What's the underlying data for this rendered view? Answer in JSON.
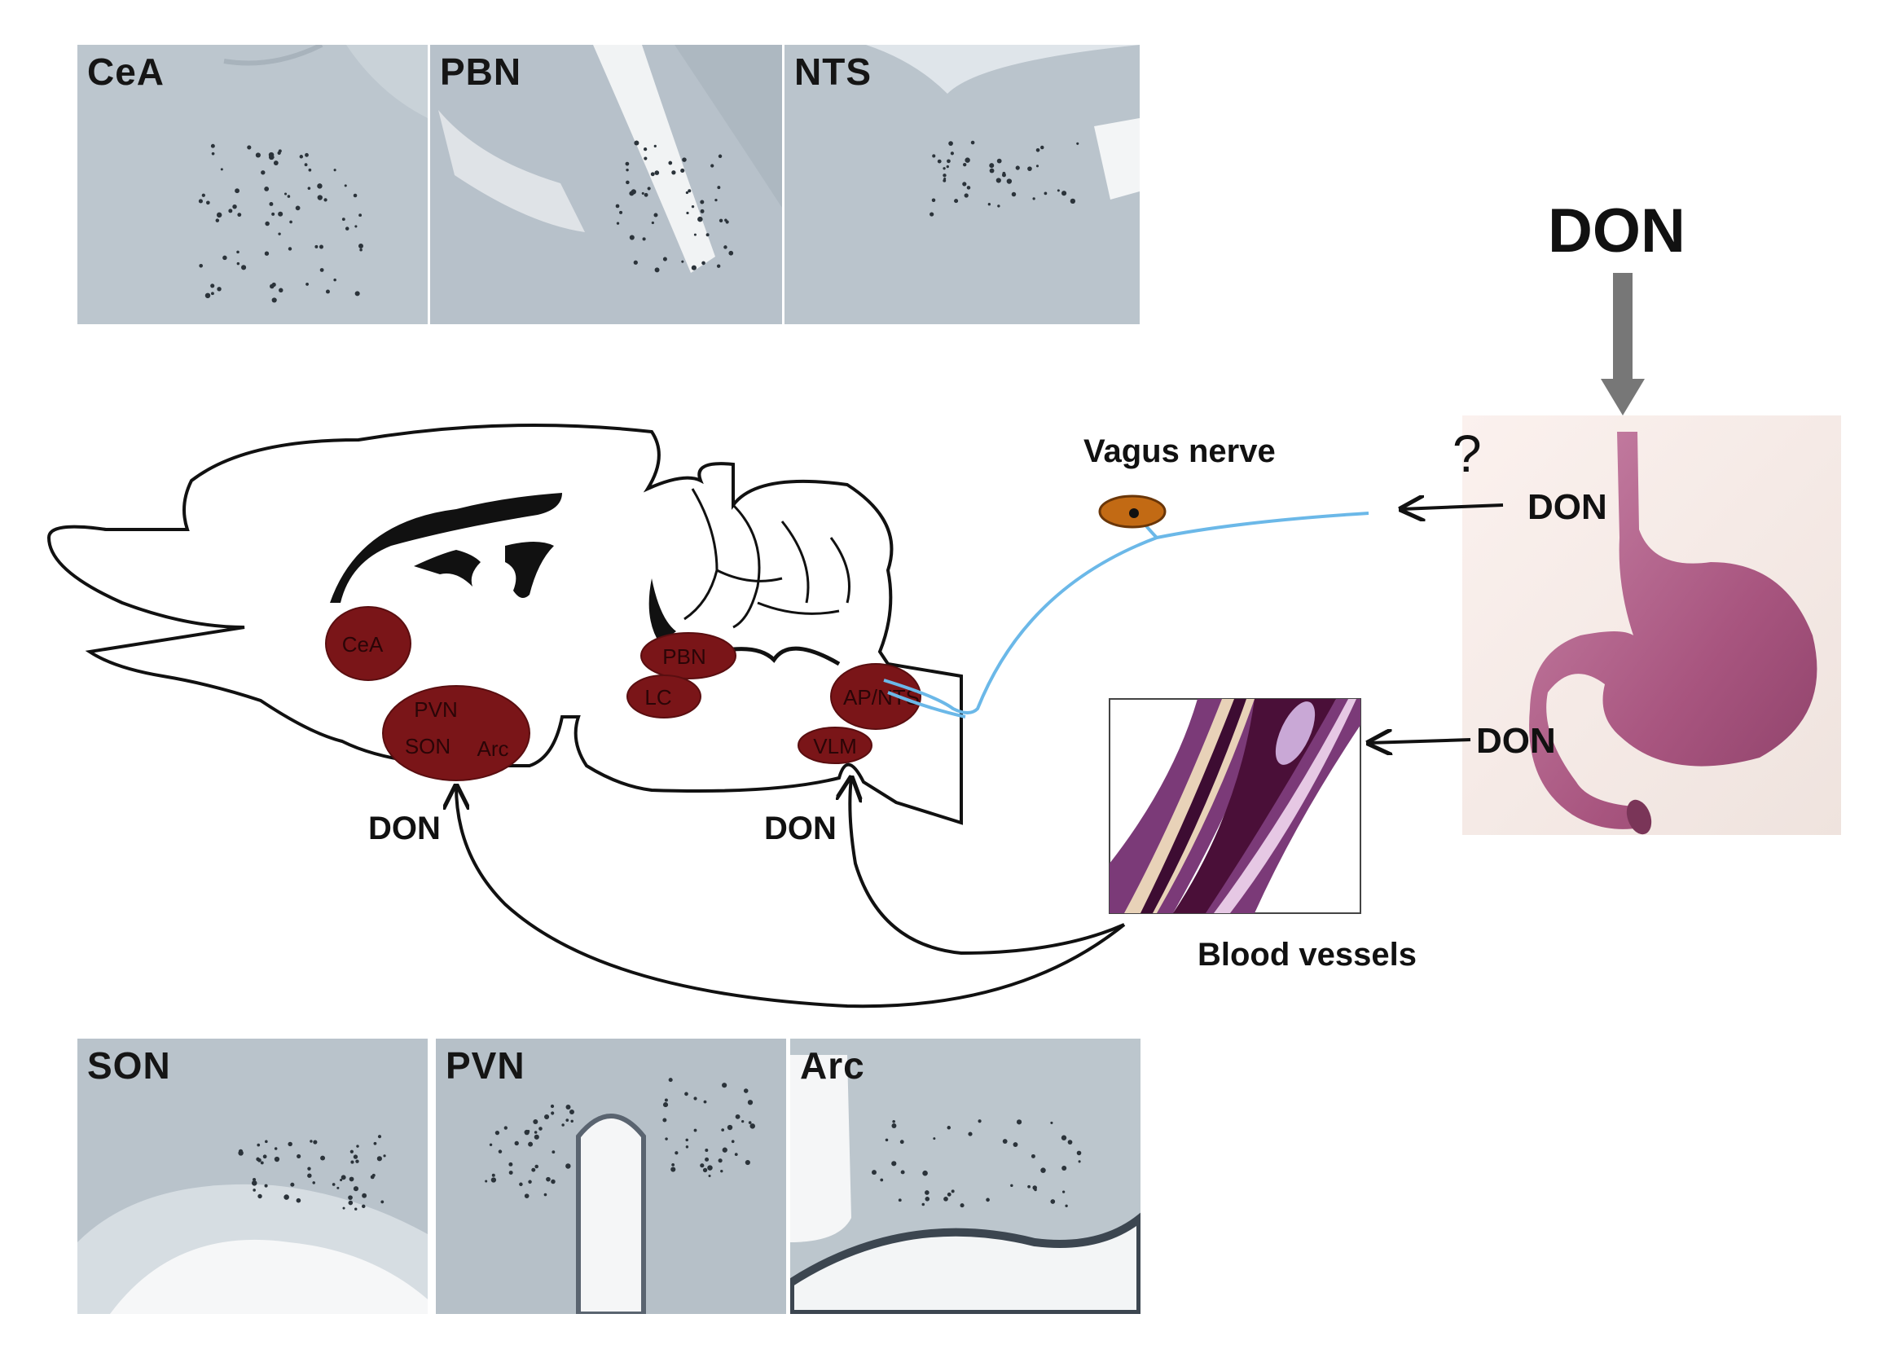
{
  "panels_top": [
    {
      "label": "CeA"
    },
    {
      "label": "PBN"
    },
    {
      "label": "NTS"
    }
  ],
  "panels_bottom": [
    {
      "label": "SON"
    },
    {
      "label": "PVN"
    },
    {
      "label": "Arc"
    }
  ],
  "brain_regions": [
    {
      "label": "CeA"
    },
    {
      "label": "PVN"
    },
    {
      "label": "SON"
    },
    {
      "label": "Arc"
    },
    {
      "label": "PBN"
    },
    {
      "label": "LC"
    },
    {
      "label": "AP/NTS"
    },
    {
      "label": "VLM"
    }
  ],
  "labels": {
    "don_top": "DON",
    "don_vagus": "DON",
    "don_blood": "DON",
    "don_brain_left": "DON",
    "don_brain_right": "DON",
    "vagus_nerve": "Vagus nerve",
    "question": "?",
    "blood_vessels": "Blood vessels"
  },
  "colors": {
    "region_fill": "#7a1518",
    "vagus_line": "#6bb8e8",
    "ganglion": "#c26a14",
    "stomach": "#b8668f",
    "arrow_gray": "#777777",
    "tissue": "#b8c2ca"
  }
}
